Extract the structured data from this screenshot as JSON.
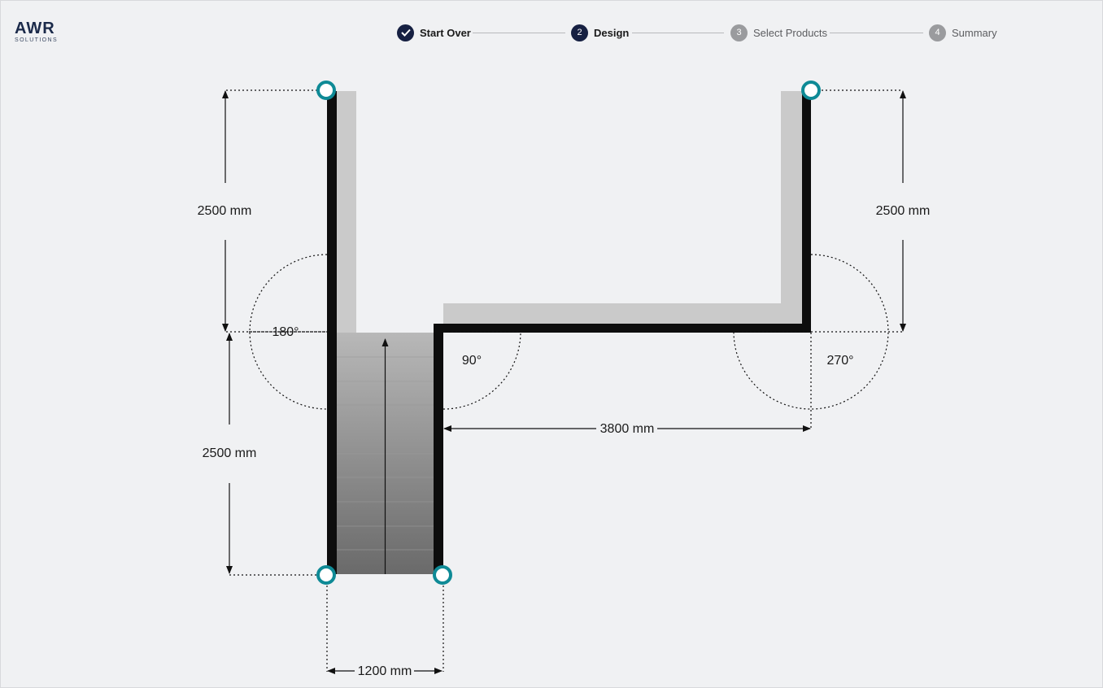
{
  "brand": {
    "logo_main": "AWR",
    "logo_sub": "SOLUTIONS",
    "accent_color": "#e07a2a",
    "navy_color": "#162042"
  },
  "stepper": {
    "steps": [
      {
        "number": "✓",
        "label": "Start Over",
        "state": "completed"
      },
      {
        "number": "2",
        "label": "Design",
        "state": "active"
      },
      {
        "number": "3",
        "label": "Select Products",
        "state": "inactive"
      },
      {
        "number": "4",
        "label": "Summary",
        "state": "inactive"
      }
    ]
  },
  "design": {
    "dimensions": {
      "left_upper": "2500 mm",
      "right_upper": "2500 mm",
      "left_lower": "2500 mm",
      "bottom_width": "1200 mm",
      "middle_span": "3800 mm"
    },
    "angles": {
      "left": "180°",
      "middle": "90°",
      "right": "270°"
    },
    "handle_color": "#0e8a96"
  }
}
